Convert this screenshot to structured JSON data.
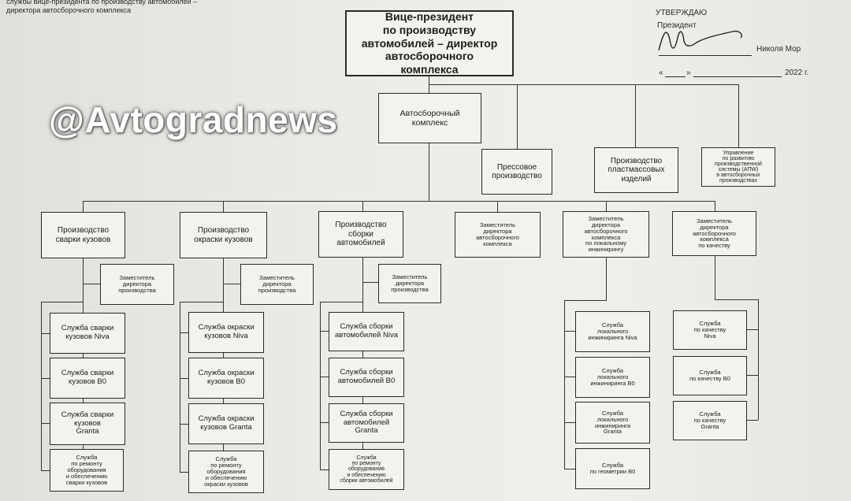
{
  "header_text": "службы вице-президента по производству автомобилей –\nдиректора автосборочного комплекса",
  "approval": {
    "approve": "УТВЕРЖДАЮ",
    "role": "Президент",
    "name": "Николя Мор",
    "date_quote_open": "«",
    "date_quote_close": "»",
    "year": "2022 г."
  },
  "watermark": "@Avtogradnews",
  "boxes": {
    "vp": "Вице-президент\nпо производству\nавтомобилей – директор\nавтосборочного\nкомплекса",
    "asm_complex": "Автосборочный\nкомплекс",
    "press": "Прессовое\nпроизводство",
    "plastic": "Производство\nпластмассовых\nизделий",
    "aps": "Управление\nпо развитию\nпроизводственной\nсистемы (АПW)\nв автосборочных\nпроизводствах",
    "weld": "Производство\nсварки кузовов",
    "paint": "Производство\nокраски кузовов",
    "assembly": "Производство\nсборки\nавтомобилей",
    "dep_asm": "Заместитель\nдиректора\nавтосборочного\nкомплекса",
    "dep_eng": "Заместитель\nдиректора\nавтосборочного\nкомплекса\nпо локальному\nинжинирингу",
    "dep_qual": "Заместитель\nдиректора\nавтосборочного\nкомплекса\nпо качеству",
    "weld_dep": "Заместитель\nдиректора\nпроизводства",
    "paint_dep": "Заместитель\nдиректора\nпроизводства",
    "asm_dep": "Заместитель\nдиректора\nпроизводства",
    "weld_niva": "Служба сварки\nкузовов Niva",
    "weld_b0": "Служба сварки\nкузовов В0",
    "weld_granta": "Служба сварки\nкузовов\nGranta",
    "weld_repair": "Служба\nпо ремонту\nоборудования\nи обеспечению\nсварки кузовов",
    "paint_niva": "Служба окраски\nкузовов Niva",
    "paint_b0": "Служба окраски\nкузовов В0",
    "paint_granta": "Служба окраски\nкузовов Granta",
    "paint_repair": "Служба\nпо ремонту\nоборудования\nи обеспечению\nокраски кузовов",
    "asm_niva": "Служба сборки\nавтомобилей Niva",
    "asm_b0": "Служба сборки\nавтомобилей В0",
    "asm_granta": "Служба сборки\nавтомобилей\nGranta",
    "asm_repair": "Служба\nпо ремонту\nоборудования\nи обеспечению\nсборки автомобилей",
    "eng_niva": "Служба\nлокального\nинжиниринга Niva",
    "eng_b0": "Служба\nлокального\nинжиниринга В0",
    "eng_granta": "Служба\nлокального\nинжиниринга\nGranta",
    "eng_geom": "Служба\nпо геометрии В0",
    "q_niva": "Служба\nпо качеству\nNiva",
    "q_b0": "Служба\nпо качеству В0",
    "q_granta": "Служба\nпо качеству\nGranta"
  }
}
